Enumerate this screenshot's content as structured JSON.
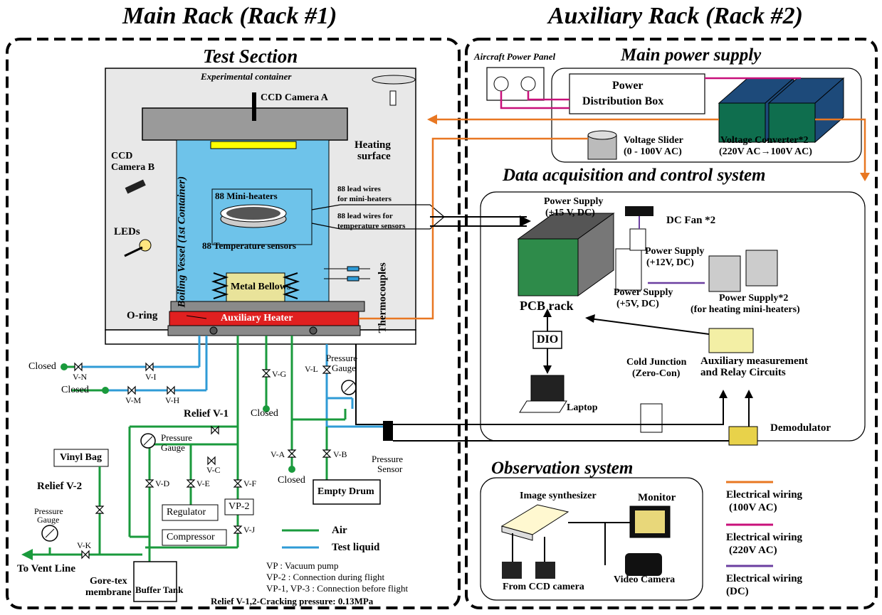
{
  "titles": {
    "main_rack": "Main Rack (Rack #1)",
    "aux_rack": "Auxiliary Rack (Rack #2)"
  },
  "sections": {
    "test_section": "Test Section",
    "main_power": "Main power supply",
    "daq": "Data acquisition and control system",
    "observation": "Observation system"
  },
  "test_section": {
    "experimental_container": "Experimental container",
    "ccd_a": "CCD Camera A",
    "heating_surface_1": "Heating",
    "heating_surface_2": "surface",
    "ccd_b_1": "CCD",
    "ccd_b_2": "Camera B",
    "mini_heaters": "88 Mini-heaters",
    "temp_sensors": "88 Temperature sensors",
    "lead_wires_heaters_1": "88 lead wires",
    "lead_wires_heaters_2": "for mini-heaters",
    "lead_wires_sensors_1": "88 lead wires for",
    "lead_wires_sensors_2": "temperature sensors",
    "leds": "LEDs",
    "boiling_vessel": "Boiling Vessel (1st Container)",
    "thermocouples": "Thermocouples",
    "metal_bellows": "Metal Bellows",
    "o_ring": "O-ring",
    "aux_heater": "Auxiliary Heater"
  },
  "valves": {
    "v_n": "V-N",
    "v_i": "V-I",
    "v_m": "V-M",
    "v_h": "V-H",
    "v_g": "V-G",
    "v_l": "V-L",
    "v_a": "V-A",
    "v_b": "V-B",
    "v_c": "V-C",
    "v_d": "V-D",
    "v_e": "V-E",
    "v_f": "V-F",
    "v_j": "V-J",
    "v_k": "V-K"
  },
  "piping": {
    "closed": "Closed",
    "pressure_gauge_1": "Pressure",
    "pressure_gauge_2": "Gauge",
    "relief_v1": "Relief V-1",
    "relief_v2": "Relief V-2",
    "vinyl_bag": "Vinyl Bag",
    "pressure_sensor_1": "Pressure",
    "pressure_sensor_2": "Sensor",
    "empty_drum": "Empty Drum",
    "vp2": "VP-2",
    "regulator": "Regulator",
    "compressor": "Compressor",
    "to_vent_line": "To Vent Line",
    "gore_tex_1": "Gore-tex",
    "gore_tex_2": "membrane",
    "buffer_tank": "Buffer Tank",
    "legend_air": "Air",
    "legend_liquid": "Test liquid",
    "note_vp": "VP : Vacuum pump",
    "note_vp2": "VP-2 : Connection during flight",
    "note_vp13": "VP-1, VP-3 : Connection before flight",
    "note_relief": "Relief V-1,2-Cracking pressure: 0.13MPa"
  },
  "power": {
    "aircraft_panel": "Aircraft Power Panel",
    "dist_box_1": "Power",
    "dist_box_2": "Distribution Box",
    "voltage_slider_1": "Voltage Slider",
    "voltage_slider_2": "(0 - 100V AC)",
    "converter_1": "Voltage Converter*2",
    "converter_2": "(220V AC→100V AC)"
  },
  "daq": {
    "ps15_1": "Power Supply",
    "ps15_2": "(±15 V, DC)",
    "dc_fan": "DC Fan *2",
    "ps12_1": "Power Supply",
    "ps12_2": "(+12V, DC)",
    "ps5_1": "Power Supply",
    "ps5_2": "(+5V, DC)",
    "ps2_1": "Power Supply*2",
    "ps2_2": "(for heating mini-heaters)",
    "pcb_rack": "PCB rack",
    "dio": "DIO",
    "laptop": "Laptop",
    "cold_junction_1": "Cold Junction",
    "cold_junction_2": "(Zero-Con)",
    "aux_meas_1": "Auxiliary  measurement",
    "aux_meas_2": "and Relay Circuits",
    "demodulator": "Demodulator"
  },
  "observation": {
    "image_synth": "Image synthesizer",
    "monitor": "Monitor",
    "from_ccd": "From CCD camera",
    "video_camera": "Video Camera"
  },
  "legend": {
    "w100_1": "Electrical wiring",
    "w100_2": "(100V AC)",
    "w220_1": "Electrical wiring",
    "w220_2": "(220V AC)",
    "wdc_1": "Electrical wiring",
    "wdc_2": "(DC)",
    "color_100": "#E87722",
    "color_220": "#C8107A",
    "color_dc": "#6B3FA0"
  },
  "colors": {
    "air": "#1A9A3C",
    "liquid": "#2F9BD6",
    "vessel": "#6EC3EA",
    "heater": "#E02020",
    "bellows": "#E9E39A"
  }
}
